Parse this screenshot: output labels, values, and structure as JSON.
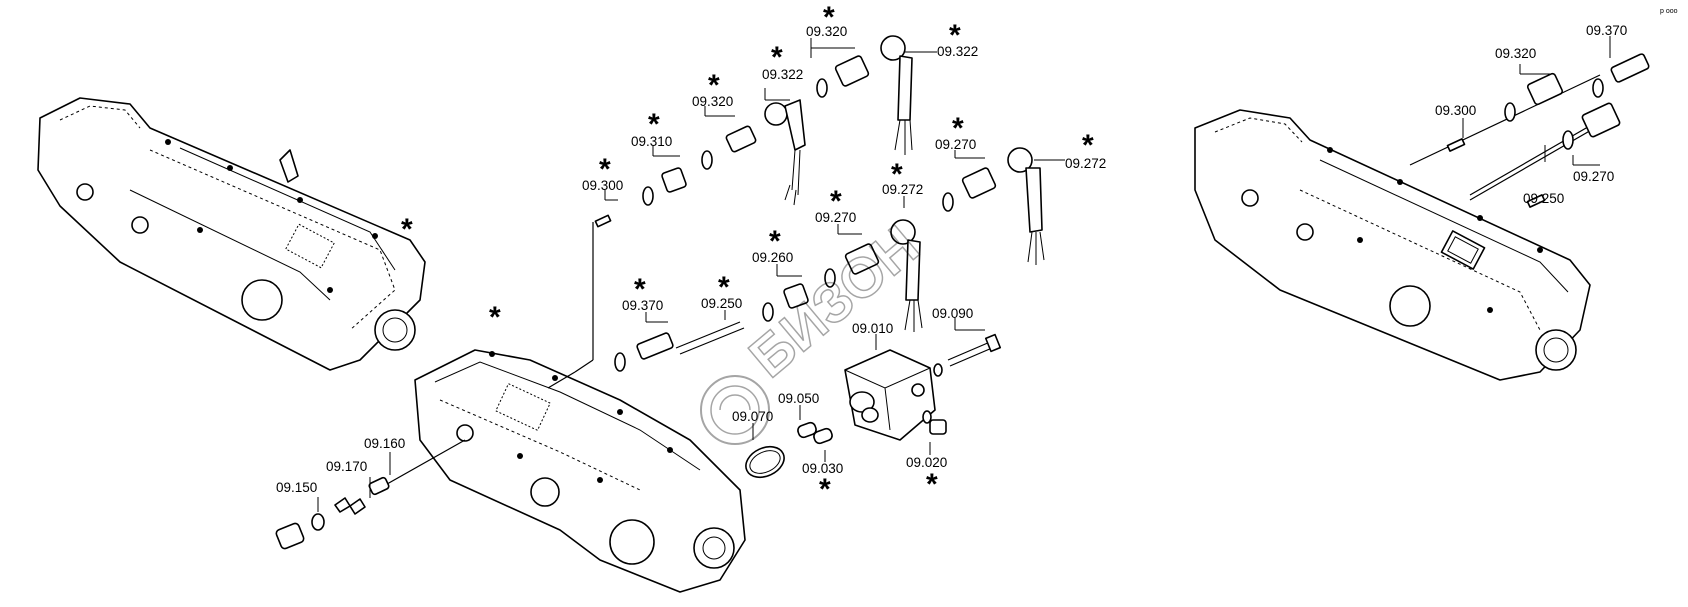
{
  "labels": {
    "l1": "09.320",
    "l2": "09.322",
    "l3": "09.322",
    "l4": "09.320",
    "l5": "09.310",
    "l6": "09.300",
    "l7": "09.270",
    "l8": "09.272",
    "l9": "09.272",
    "l10": "09.270",
    "l11": "09.260",
    "l12": "09.370",
    "l13": "09.250",
    "l14": "09.010",
    "l15": "09.090",
    "l16": "09.160",
    "l17": "09.170",
    "l18": "09.150",
    "l19": "09.070",
    "l20": "09.050",
    "l21": "09.030",
    "l22": "09.020",
    "r1": "09.320",
    "r2": "09.370",
    "r3": "09.300",
    "r4": "09.250",
    "r5": "09.270"
  },
  "asterisk": "*",
  "watermark": "БИЗОН",
  "corner_mark": "p ooo"
}
